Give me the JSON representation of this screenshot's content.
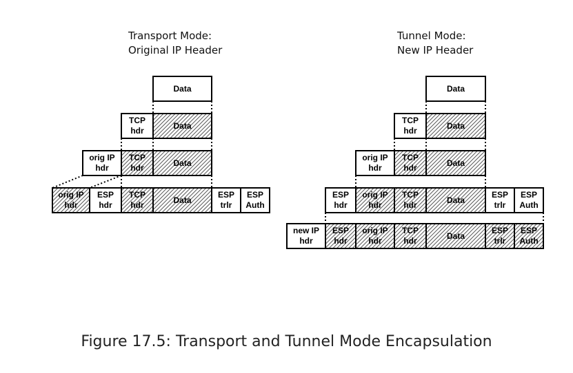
{
  "transport": {
    "title_line1": "Transport Mode:",
    "title_line2": "Original IP Header",
    "rows": [
      [
        {
          "label": [
            "Data"
          ],
          "hatched": false
        }
      ],
      [
        {
          "label": [
            "TCP",
            "hdr"
          ],
          "hatched": false
        },
        {
          "label": [
            "Data"
          ],
          "hatched": true
        }
      ],
      [
        {
          "label": [
            "orig IP",
            "hdr"
          ],
          "hatched": false
        },
        {
          "label": [
            "TCP",
            "hdr"
          ],
          "hatched": true
        },
        {
          "label": [
            "Data"
          ],
          "hatched": true
        }
      ],
      [
        {
          "label": [
            "orig IP",
            "hdr"
          ],
          "hatched": true
        },
        {
          "label": [
            "ESP",
            "hdr"
          ],
          "hatched": false
        },
        {
          "label": [
            "TCP",
            "hdr"
          ],
          "hatched": true
        },
        {
          "label": [
            "Data"
          ],
          "hatched": true
        },
        {
          "label": [
            "ESP",
            "trlr"
          ],
          "hatched": false
        },
        {
          "label": [
            "ESP",
            "Auth"
          ],
          "hatched": false
        }
      ]
    ]
  },
  "tunnel": {
    "title_line1": "Tunnel Mode:",
    "title_line2": "New IP Header",
    "rows": [
      [
        {
          "label": [
            "Data"
          ],
          "hatched": false
        }
      ],
      [
        {
          "label": [
            "TCP",
            "hdr"
          ],
          "hatched": false
        },
        {
          "label": [
            "Data"
          ],
          "hatched": true
        }
      ],
      [
        {
          "label": [
            "orig IP",
            "hdr"
          ],
          "hatched": false
        },
        {
          "label": [
            "TCP",
            "hdr"
          ],
          "hatched": true
        },
        {
          "label": [
            "Data"
          ],
          "hatched": true
        }
      ],
      [
        {
          "label": [
            "ESP",
            "hdr"
          ],
          "hatched": false
        },
        {
          "label": [
            "orig IP",
            "hdr"
          ],
          "hatched": true
        },
        {
          "label": [
            "TCP",
            "hdr"
          ],
          "hatched": true
        },
        {
          "label": [
            "Data"
          ],
          "hatched": true
        },
        {
          "label": [
            "ESP",
            "trlr"
          ],
          "hatched": false
        },
        {
          "label": [
            "ESP",
            "Auth"
          ],
          "hatched": false
        }
      ],
      [
        {
          "label": [
            "new IP",
            "hdr"
          ],
          "hatched": false
        },
        {
          "label": [
            "ESP",
            "hdr"
          ],
          "hatched": true
        },
        {
          "label": [
            "orig IP",
            "hdr"
          ],
          "hatched": true
        },
        {
          "label": [
            "TCP",
            "hdr"
          ],
          "hatched": true
        },
        {
          "label": [
            "Data"
          ],
          "hatched": true
        },
        {
          "label": [
            "ESP",
            "trlr"
          ],
          "hatched": true
        },
        {
          "label": [
            "ESP",
            "Auth"
          ],
          "hatched": true
        }
      ]
    ]
  },
  "caption": "Figure 17.5: Transport and Tunnel Mode Encapsulation"
}
